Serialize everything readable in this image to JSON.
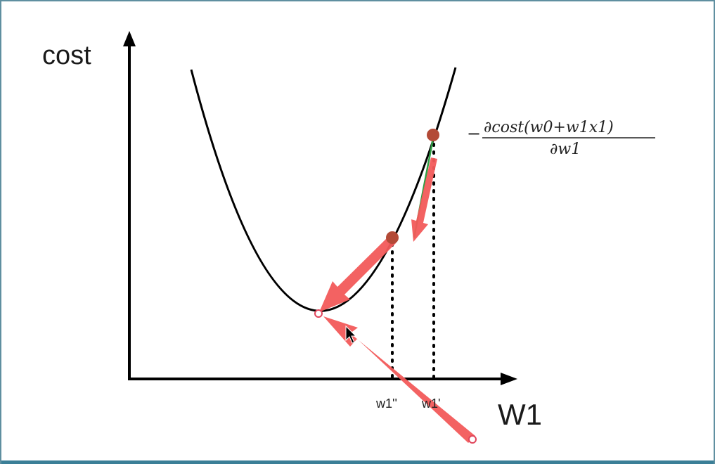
{
  "y_axis_label": "cost",
  "x_axis_label": "W1",
  "tick_labels": [
    "w1''",
    "w1'"
  ],
  "formula": {
    "sign": "−",
    "numerator": "∂cost(w0+w1x1)",
    "denominator": "∂w1"
  },
  "colors": {
    "curve": "#000000",
    "axes": "#000000",
    "point": "#b34a37",
    "arrow": "#f25a5a",
    "frame": "#3b7f97"
  },
  "icons": {
    "cursor": "mouse-cursor-icon"
  }
}
